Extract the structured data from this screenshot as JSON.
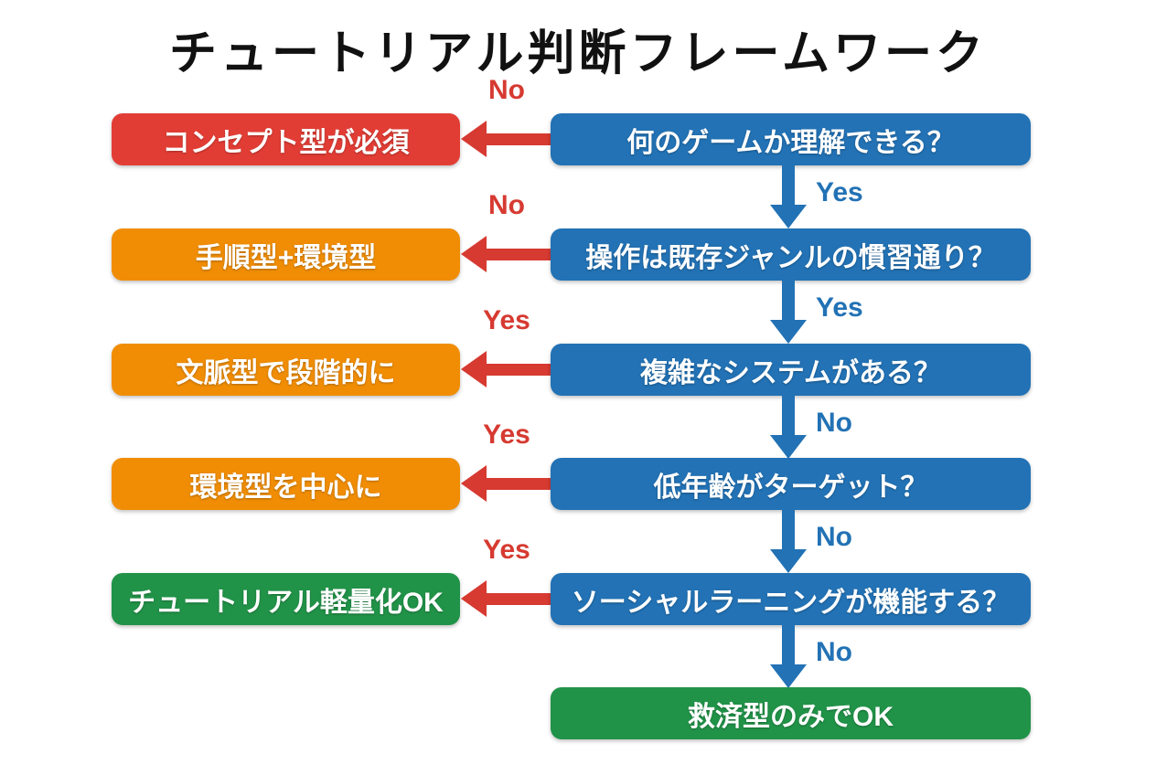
{
  "title": "チュートリアル判断フレームワーク",
  "colors": {
    "blue": "#2272b5",
    "red": "#e23d35",
    "orange": "#f08d04",
    "green": "#219348",
    "arrow-red": "#d63a31",
    "title-text": "#111111",
    "box-text": "#ffffff",
    "background": "#ffffff"
  },
  "rows": [
    {
      "question": "何のゲームか理解できる？",
      "branch_label": "No",
      "result": "コンセプト型が必須",
      "result_color": "red",
      "down_label": "Yes"
    },
    {
      "question": "操作は既存ジャンルの慣習通り？",
      "branch_label": "No",
      "result": "手順型+環境型",
      "result_color": "orange",
      "down_label": "Yes"
    },
    {
      "question": "複雑なシステムがある？",
      "branch_label": "Yes",
      "result": "文脈型で段階的に",
      "result_color": "orange",
      "down_label": "No"
    },
    {
      "question": "低年齢がターゲット？",
      "branch_label": "Yes",
      "result": "環境型を中心に",
      "result_color": "orange",
      "down_label": "No"
    },
    {
      "question": "ソーシャルラーニングが機能する？",
      "branch_label": "Yes",
      "result": "チュートリアル軽量化OK",
      "result_color": "green",
      "down_label": "No"
    }
  ],
  "final": {
    "label": "救済型のみでOK",
    "color": "green"
  }
}
